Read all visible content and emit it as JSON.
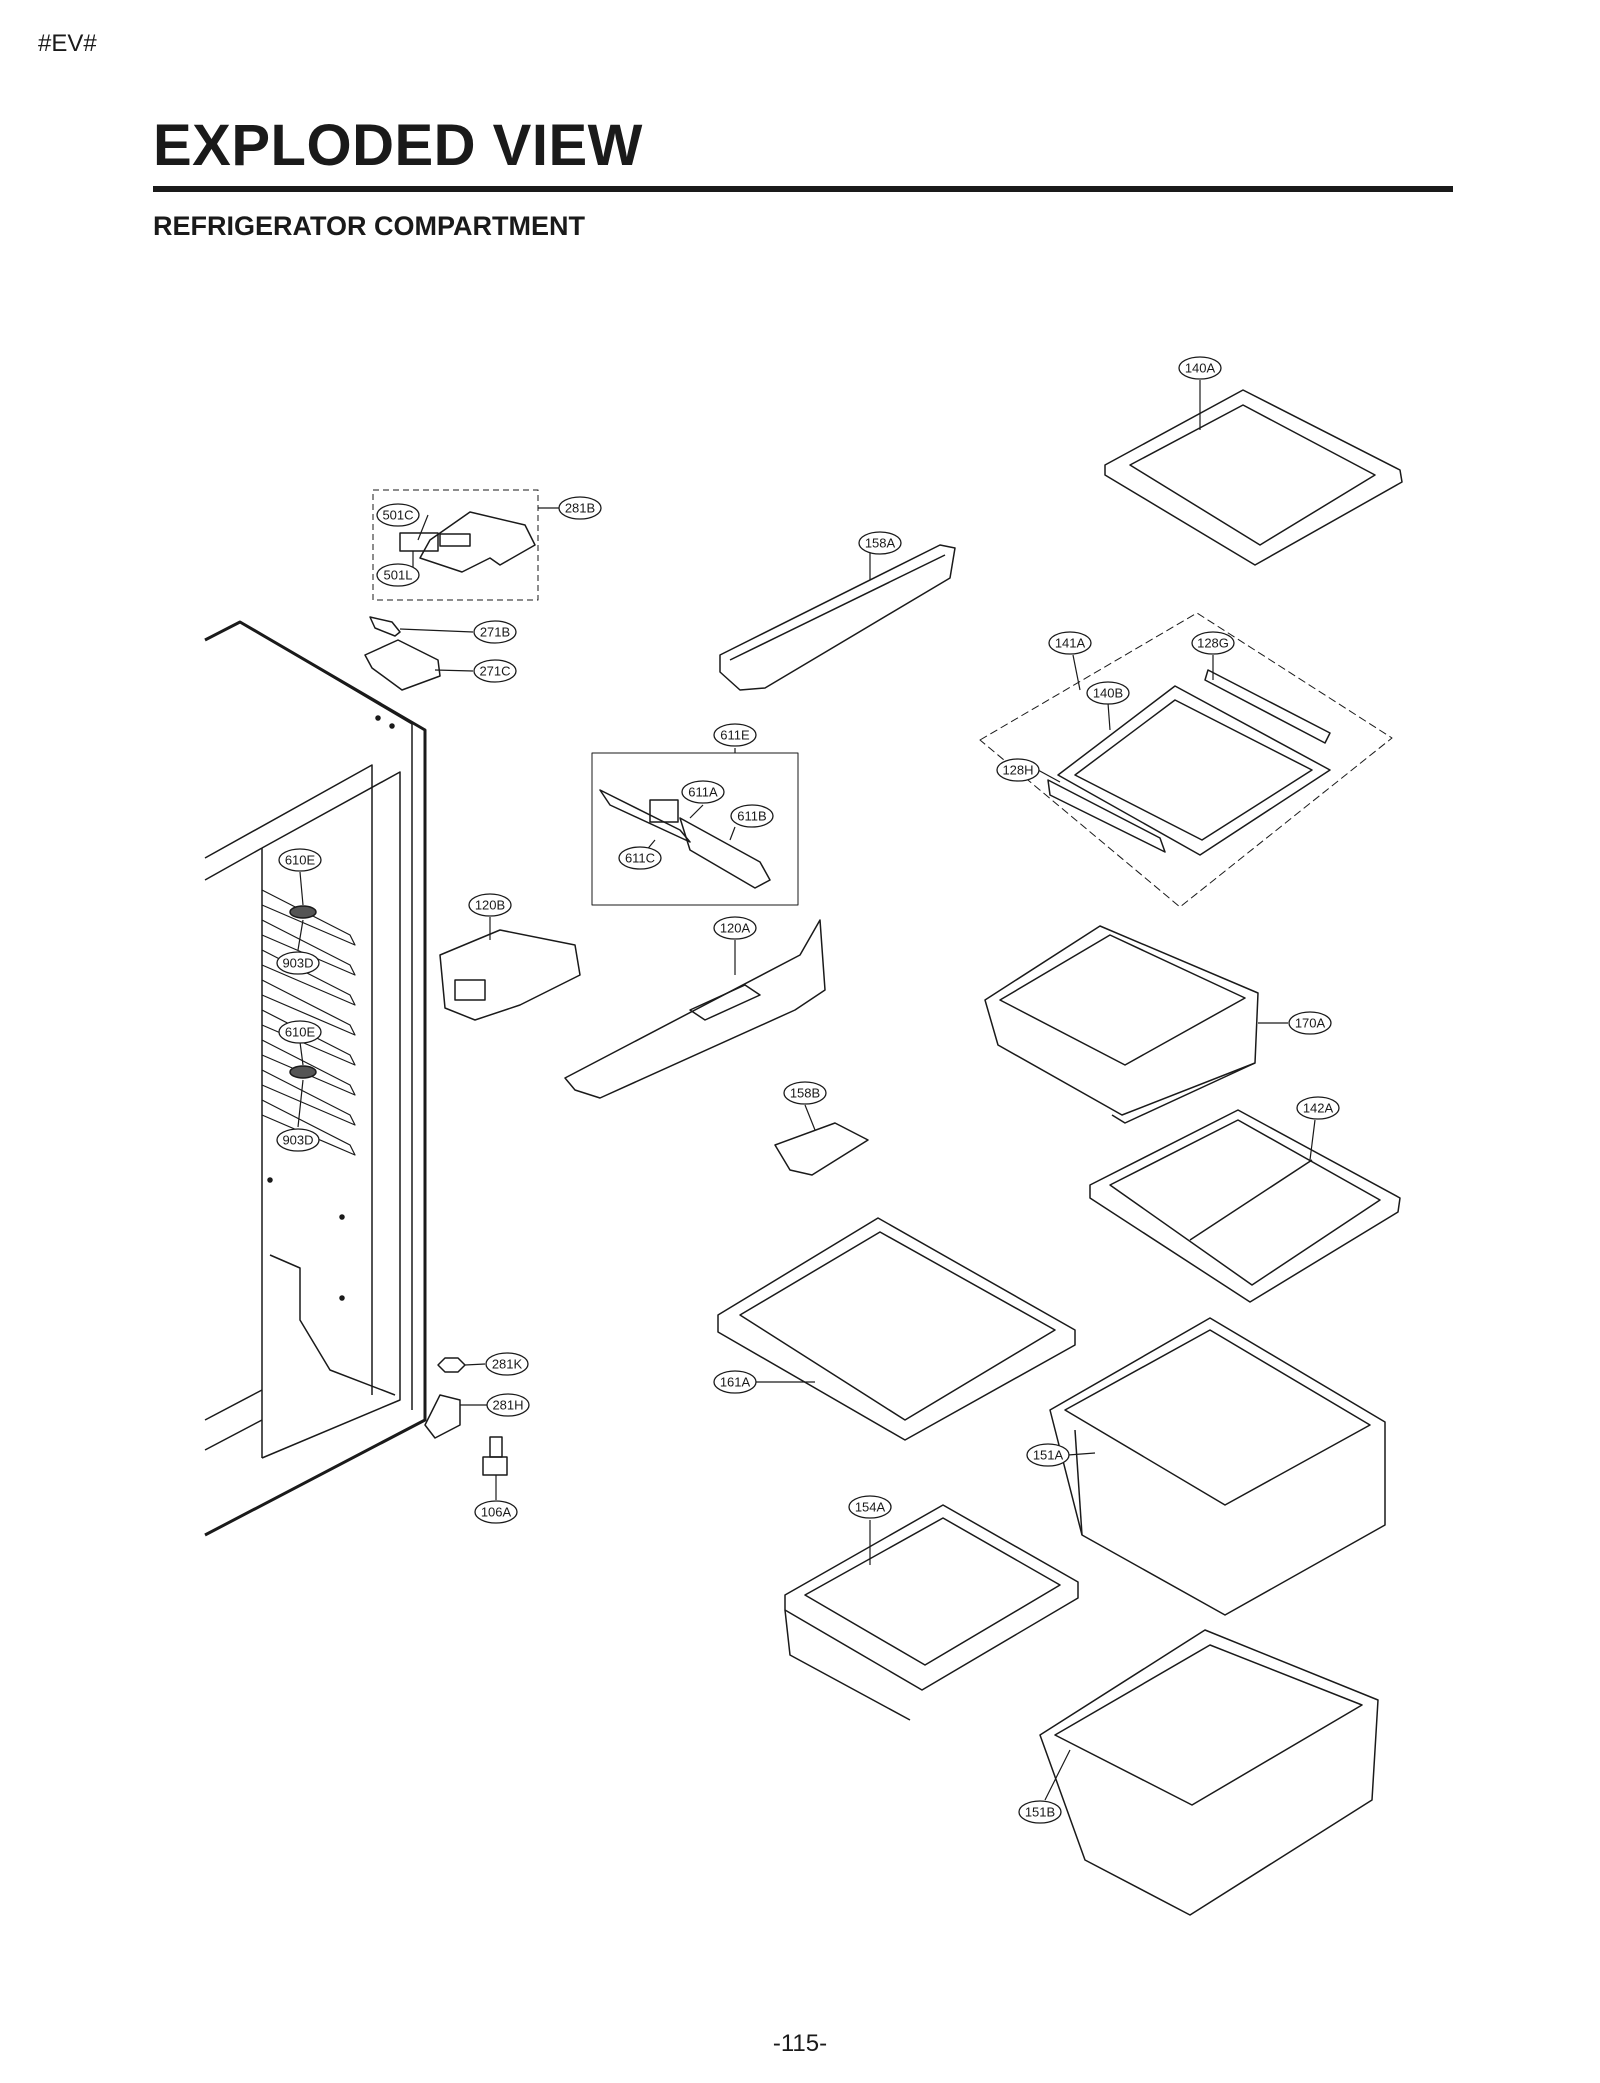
{
  "header": {
    "tag": "#EV#",
    "title": "EXPLODED VIEW",
    "subtitle": "REFRIGERATOR COMPARTMENT"
  },
  "footer": {
    "page_number": "-115-"
  },
  "callouts": [
    "140A",
    "281B",
    "501C",
    "501L",
    "158A",
    "271B",
    "271C",
    "141A",
    "128G",
    "140B",
    "611E",
    "128H",
    "611A",
    "611B",
    "611C",
    "610E",
    "120B",
    "120A",
    "903D",
    "610E",
    "170A",
    "158B",
    "903D",
    "142A",
    "281K",
    "161A",
    "281H",
    "151A",
    "106A",
    "154A",
    "151B"
  ]
}
